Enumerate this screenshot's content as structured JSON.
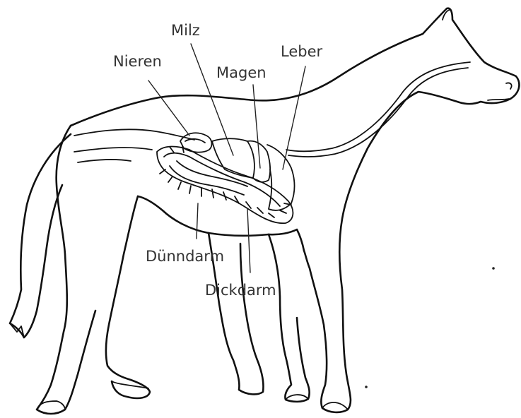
{
  "labels": {
    "milz": "Milz",
    "nieren": "Nieren",
    "magen": "Magen",
    "leber": "Leber",
    "duenndarm": "Dünndarm",
    "dickdarm": "Dickdarm"
  },
  "colors": {
    "ink": "#111111",
    "label": "#333333",
    "background": "#ffffff"
  }
}
